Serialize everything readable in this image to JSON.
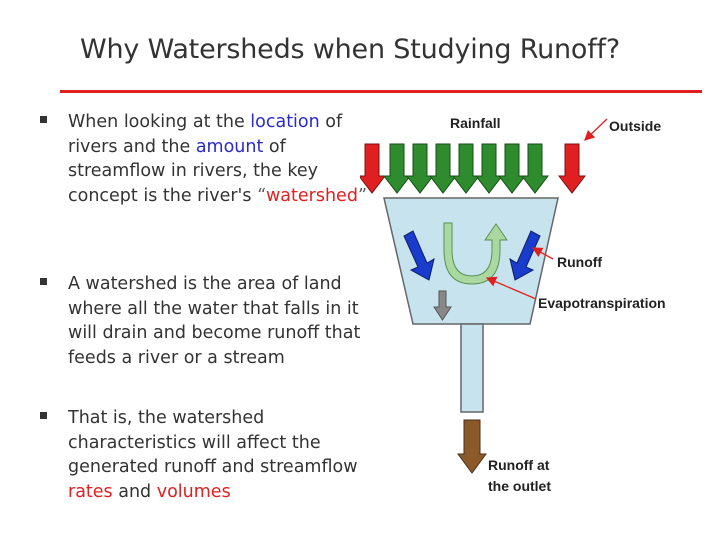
{
  "title": "Why Watersheds when Studying Runoff?",
  "bullets": [
    {
      "part1": "When looking at the ",
      "location": "location",
      "part2": " of rivers and the ",
      "amount": "amount",
      "part3": " of streamflow in rivers, the key concept is the river's ",
      "open_quote": "“",
      "watershed": "watershed",
      "close_quote": "”"
    },
    {
      "text": "A watershed is the area of land where all the water that falls in it will drain and become runoff that feeds a river or a stream"
    },
    {
      "part1": "That is, the watershed characteristics will affect the generated runoff and streamflow ",
      "rates": "rates",
      "and": " and ",
      "volumes": "volumes"
    }
  ],
  "diagram": {
    "rainfall": "Rainfall",
    "outside": "Outside",
    "runoff": "Runoff",
    "evapotranspiration": "Evapotranspiration",
    "outlet_line1": "Runoff at",
    "outlet_line2": "the outlet"
  },
  "colors": {
    "accent_red": "#e02020",
    "accent_blue": "#2a2acc",
    "rain_green": "#2e8b2e",
    "funnel_fill": "#c7e4ee",
    "runoff_blue": "#1a3ccc",
    "outlet_brown": "#8b5a2b"
  }
}
